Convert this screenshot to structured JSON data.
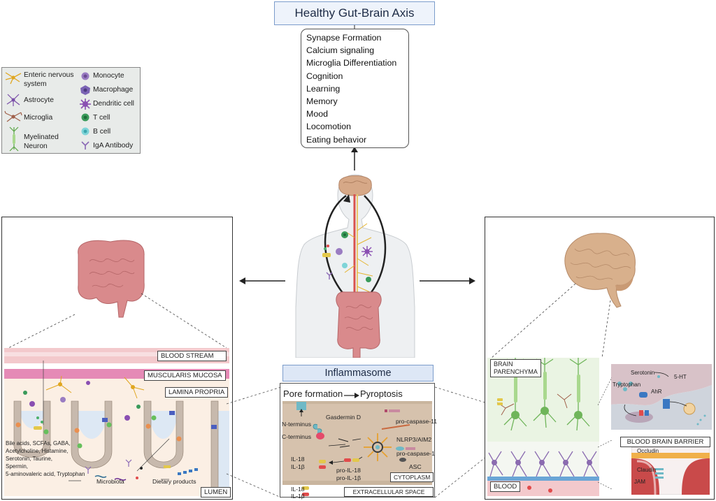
{
  "title": "Healthy Gut-Brain Axis",
  "functions": [
    "Synapse Formation",
    "Calcium signaling",
    "Microglia Differentiation",
    "Cognition",
    "Learning",
    "Memory",
    "Mood",
    "Locomotion",
    "Eating behavior"
  ],
  "legend": {
    "left": [
      {
        "icon": "enteric-nervous-system-icon",
        "label_line1": "Enteric nervous",
        "label_line2": "system"
      },
      {
        "icon": "astrocyte-icon",
        "label_line1": "Astrocyte"
      },
      {
        "icon": "microglia-icon",
        "label_line1": "Microglia"
      },
      {
        "icon": "myelinated-neuron-icon",
        "label_line1": "Myelinated",
        "label_line2": "Neuron"
      }
    ],
    "right": [
      {
        "icon": "monocyte-icon",
        "label": "Monocyte"
      },
      {
        "icon": "macrophage-icon",
        "label": "Macrophage"
      },
      {
        "icon": "dendritic-cell-icon",
        "label": "Dendritic cell"
      },
      {
        "icon": "t-cell-icon",
        "label": "T cell"
      },
      {
        "icon": "b-cell-icon",
        "label": "B cell"
      },
      {
        "icon": "iga-antibody-icon",
        "label": "IgA Antibody"
      }
    ]
  },
  "gut_panel": {
    "layers": {
      "blood_stream": "BLOOD STREAM",
      "muscularis_mucosa": "MUSCULARIS MUCOSA",
      "lamina_propria": "LAMINA PROPRIA",
      "lumen": "LUMEN"
    },
    "metabolites_lines": [
      "Bile acids, SCFAs, GABA,",
      "Acetylcholine, Histamine,",
      "Serotonin, Taurine,",
      "Spermin,",
      "5-aminovaleric acid,  Tryptophan"
    ],
    "microbiota": "Microbiota",
    "dietary_products": "Dietary products"
  },
  "inflammasome": {
    "title": "Inflammasome",
    "pore_formation": "Pore formation",
    "pyroptosis": "Pyroptosis",
    "gasdermin": "Gasdermin D",
    "n_terminus": "N-terminus",
    "c_terminus": "C-terminus",
    "pro_caspase_11": "pro-caspase-11",
    "nlrp3": "NLRP3/AIM2",
    "pro_caspase_1": "pro-caspase-1",
    "asc": "ASC",
    "il18": "IL-18",
    "il1b": "IL-1β",
    "pro_il18": "pro-IL-18",
    "pro_il1b": "pro-IL-1β",
    "cytoplasm": "CYTOPLASM",
    "extracellular_space": "EXTRACELLULAR SPACE"
  },
  "brain_panel": {
    "brain_parenchyma_line1": "BRAIN",
    "brain_parenchyma_line2": "PARENCHYMA",
    "blood": "BLOOD",
    "bbb": "BLOOD BRAIN BARRIER",
    "serotonin": "Serotonin",
    "five_ht": "5-HT",
    "tryptophan": "Tryptophan",
    "ahr": "AhR",
    "occludin": "Occludin",
    "claudin": "Claudin",
    "jam": "JAM"
  },
  "colors": {
    "title_border": "#7b9ccb",
    "gut_pink": "#d98a8c",
    "brain_tan": "#d8b08c",
    "neuron_green": "#7fbf6a",
    "astro_purple": "#8b6bb0"
  }
}
